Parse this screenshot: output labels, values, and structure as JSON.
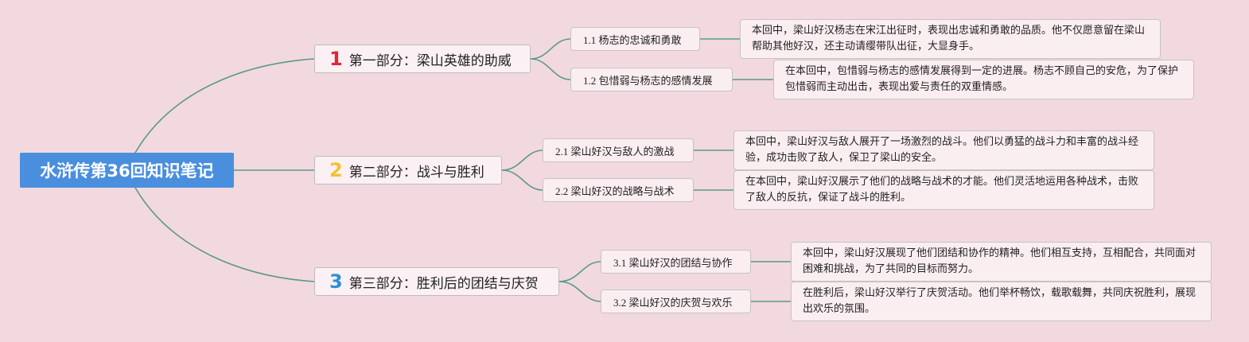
{
  "root": {
    "title": "水浒传第36回知识笔记"
  },
  "colors": {
    "background": "#f2d9df",
    "root_fill": "#4a8fde",
    "connector": "#5a9a86",
    "num1": "#e0283a",
    "num2": "#f2c12e",
    "num3": "#2a90d8"
  },
  "parts": [
    {
      "number": "1",
      "title": "第一部分：梁山英雄的助威",
      "subs": [
        {
          "title": "1.1 杨志的忠诚和勇敢",
          "note": "本回中，梁山好汉杨志在宋江出征时，表现出忠诚和勇敢的品质。他不仅愿意留在梁山帮助其他好汉，还主动请缨带队出征，大显身手。"
        },
        {
          "title": "1.2 包惜弱与杨志的感情发展",
          "note": "在本回中，包惜弱与杨志的感情发展得到一定的进展。杨志不顾自己的安危，为了保护包惜弱而主动出击，表现出爱与责任的双重情感。"
        }
      ]
    },
    {
      "number": "2",
      "title": "第二部分：战斗与胜利",
      "subs": [
        {
          "title": "2.1 梁山好汉与敌人的激战",
          "note": "本回中，梁山好汉与敌人展开了一场激烈的战斗。他们以勇猛的战斗力和丰富的战斗经验，成功击败了敌人，保卫了梁山的安全。"
        },
        {
          "title": "2.2 梁山好汉的战略与战术",
          "note": "在本回中，梁山好汉展示了他们的战略与战术的才能。他们灵活地运用各种战术，击败了敌人的反抗，保证了战斗的胜利。"
        }
      ]
    },
    {
      "number": "3",
      "title": "第三部分：胜利后的团结与庆贺",
      "subs": [
        {
          "title": "3.1 梁山好汉的团结与协作",
          "note": "本回中，梁山好汉展现了他们团结和协作的精神。他们相互支持，互相配合，共同面对困难和挑战，为了共同的目标而努力。"
        },
        {
          "title": "3.2 梁山好汉的庆贺与欢乐",
          "note": "在胜利后，梁山好汉举行了庆贺活动。他们举杯畅饮，载歌载舞，共同庆祝胜利，展现出欢乐的氛围。"
        }
      ]
    }
  ]
}
